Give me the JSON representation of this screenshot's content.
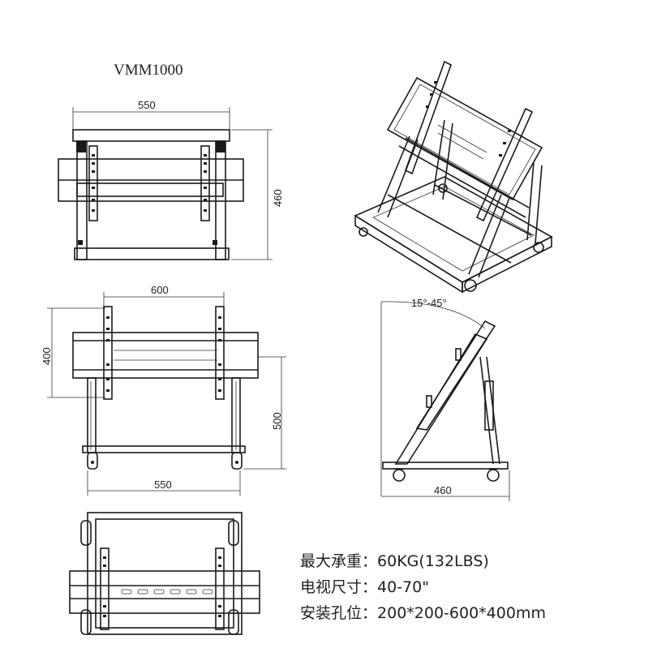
{
  "model": "VMM1000",
  "front_view": {
    "width_label": "550",
    "height_label": "460"
  },
  "side_front_view": {
    "width_top_label": "600",
    "height_left_label": "400",
    "height_right_label": "500",
    "width_bottom_label": "550"
  },
  "side_view": {
    "angle_label": "15°-45°",
    "depth_label": "460"
  },
  "specs": [
    {
      "label": "最大承重：",
      "value": "60KG(132LBS)"
    },
    {
      "label": "电视尺寸：",
      "value": "40-70\""
    },
    {
      "label": "安装孔位：",
      "value": "200*200-600*400mm"
    }
  ]
}
